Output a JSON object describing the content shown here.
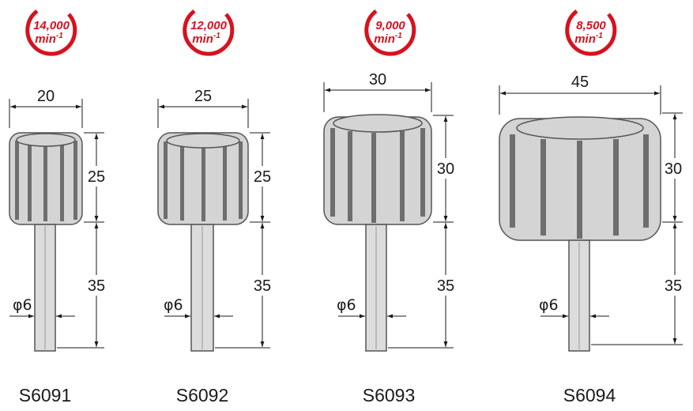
{
  "products": [
    {
      "model": "S6091",
      "speed": "14,000",
      "speed_unit": "min",
      "speed_exp": "-1",
      "diameter": "20",
      "height": "25",
      "shank_length": "35",
      "shank_diameter": "φ6"
    },
    {
      "model": "S6092",
      "speed": "12,000",
      "speed_unit": "min",
      "speed_exp": "-1",
      "diameter": "25",
      "height": "25",
      "shank_length": "35",
      "shank_diameter": "φ6"
    },
    {
      "model": "S6093",
      "speed": "9,000",
      "speed_unit": "min",
      "speed_exp": "-1",
      "diameter": "30",
      "height": "30",
      "shank_length": "35",
      "shank_diameter": "φ6"
    },
    {
      "model": "S6094",
      "speed": "8,500",
      "speed_unit": "min",
      "speed_exp": "-1",
      "diameter": "45",
      "height": "30",
      "shank_length": "35",
      "shank_diameter": "φ6"
    }
  ],
  "colors": {
    "speed_red": "#d6121e",
    "wheel_face": "#d4d4d4",
    "wheel_slot": "#6e6e6e",
    "shank": "#dcdcdc",
    "line": "#1a1a1a"
  }
}
